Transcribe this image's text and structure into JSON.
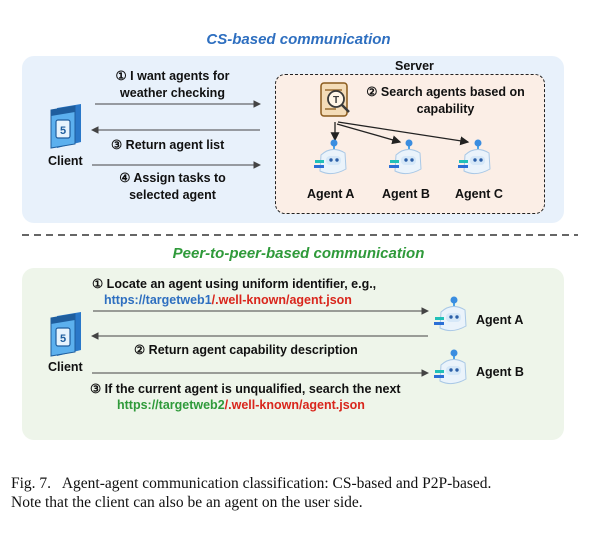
{
  "cs": {
    "title": "CS-based communication",
    "server_label": "Server",
    "client_label": "Client",
    "msg1_line1": "① I want agents for",
    "msg1_line2": "weather checking",
    "msg3": "③ Return agent list",
    "msg4_line1": "④ Assign tasks to",
    "msg4_line2": "selected agent",
    "search_line1": "② Search agents based on",
    "search_line2": "capability",
    "agents": [
      "Agent A",
      "Agent B",
      "Agent C"
    ]
  },
  "p2p": {
    "title": "Peer-to-peer-based communication",
    "client_label": "Client",
    "msg1": "① Locate an agent using uniform identifier, e.g.,",
    "url1_host": "https://targetweb1",
    "url1_path": "/.well-known/agent.json",
    "msg2": "② Return agent capability description",
    "msg3": "③ If the current agent is unqualified, search the next",
    "url2_host": "https://targetweb2",
    "url2_path": "/.well-known/agent.json",
    "agents": [
      "Agent A",
      "Agent B"
    ]
  },
  "caption_line1": "Fig. 7.   Agent-agent communication classification: CS-based and P2P-based.",
  "caption_line2": "Note that the client can also be an agent on the user side.",
  "colors": {
    "cs_title": "#2e6fc0",
    "p2p_title": "#2f9a3a",
    "cs_panel": "#e8f1fb",
    "p2p_panel": "#eef5ea",
    "server_panel": "#fbeee6",
    "url_blue": "#2e6fc0",
    "url_green": "#2f9a3a",
    "url_red": "#d9261c"
  }
}
